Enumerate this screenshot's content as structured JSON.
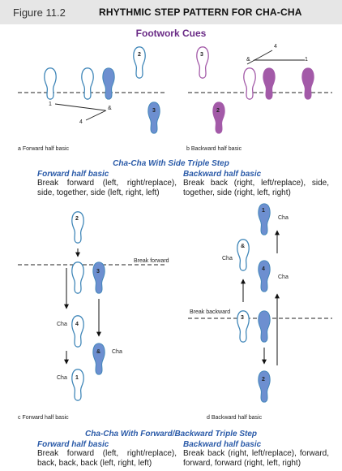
{
  "header": {
    "figure_number": "Figure 11.2",
    "title": "RHYTHMIC STEP PATTERN FOR CHA-CHA"
  },
  "footwork_cues": {
    "title": "Footwork Cues",
    "panel_a": {
      "caption": "a Forward half basic",
      "feet": [
        "2",
        "3"
      ],
      "counts": [
        "1",
        "&",
        "4"
      ]
    },
    "panel_b": {
      "caption": "b Backward half basic",
      "feet": [
        "3",
        "2"
      ],
      "counts": [
        "4",
        "&",
        "1"
      ]
    }
  },
  "side_triple": {
    "title": "Cha-Cha With Side Triple Step",
    "forward": {
      "heading": "Forward half basic",
      "text": "Break forward (left, right/replace), side, together, side (left, right, left)"
    },
    "backward": {
      "heading": "Backward half basic",
      "text": "Break back (right, left/replace), side, together, side (right, left, right)"
    }
  },
  "panel_c": {
    "caption": "c Forward half basic",
    "break_label": "Break forward",
    "feet": [
      "2",
      "3",
      "4",
      "&",
      "1"
    ],
    "cha_labels": [
      "Cha",
      "Cha",
      "Cha"
    ]
  },
  "panel_d": {
    "caption": "d Backward half basic",
    "break_label": "Break backward",
    "feet": [
      "1",
      "&",
      "4",
      "3",
      "2"
    ],
    "cha_labels": [
      "Cha",
      "Cha",
      "Cha"
    ]
  },
  "forward_backward_triple": {
    "title": "Cha-Cha With Forward/Backward Triple Step",
    "forward": {
      "heading": "Forward half basic",
      "text": "Break forward (left, right/replace), back, back, back (left, right, left)"
    },
    "backward": {
      "heading": "Backward half basic",
      "text": "Break back (right, left/replace), forward, forward, forward (right, left, right)"
    }
  },
  "colors": {
    "outline_blue": "#3f86b8",
    "filled_blue": "#6d8fd0",
    "purple": "#a35aa8",
    "title_purple": "#6a2b86",
    "heading_blue": "#2a5aa8"
  }
}
